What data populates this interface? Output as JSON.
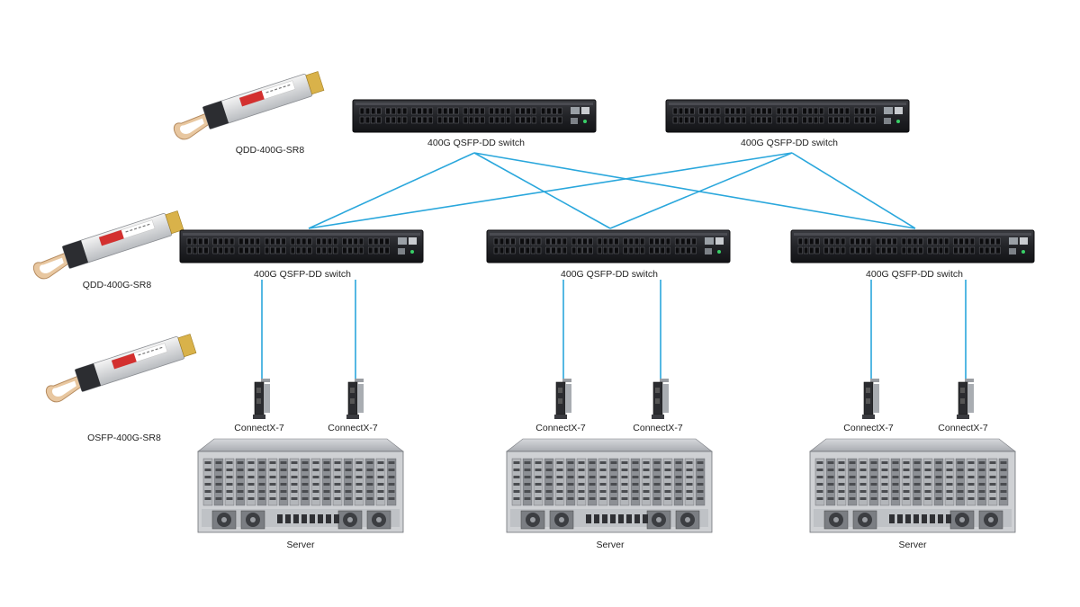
{
  "modules": [
    {
      "label": "QDD-400G-SR8"
    },
    {
      "label": "QDD-400G-SR8"
    },
    {
      "label": "OSFP-400G-SR8"
    }
  ],
  "spine_switches": [
    {
      "label": "400G QSFP-DD switch"
    },
    {
      "label": "400G QSFP-DD switch"
    }
  ],
  "leaf_switches": [
    {
      "label": "400G QSFP-DD switch"
    },
    {
      "label": "400G QSFP-DD switch"
    },
    {
      "label": "400G QSFP-DD switch"
    }
  ],
  "nics": [
    {
      "label": "ConnectX-7"
    },
    {
      "label": "ConnectX-7"
    },
    {
      "label": "ConnectX-7"
    },
    {
      "label": "ConnectX-7"
    },
    {
      "label": "ConnectX-7"
    },
    {
      "label": "ConnectX-7"
    }
  ],
  "servers": [
    {
      "label": "Server"
    },
    {
      "label": "Server"
    },
    {
      "label": "Server"
    }
  ],
  "colors": {
    "link": "#2aa7dc",
    "switch_body": "#26272b",
    "module_label": "#d3302f",
    "module_pull_tab": "#e8c7a0"
  }
}
